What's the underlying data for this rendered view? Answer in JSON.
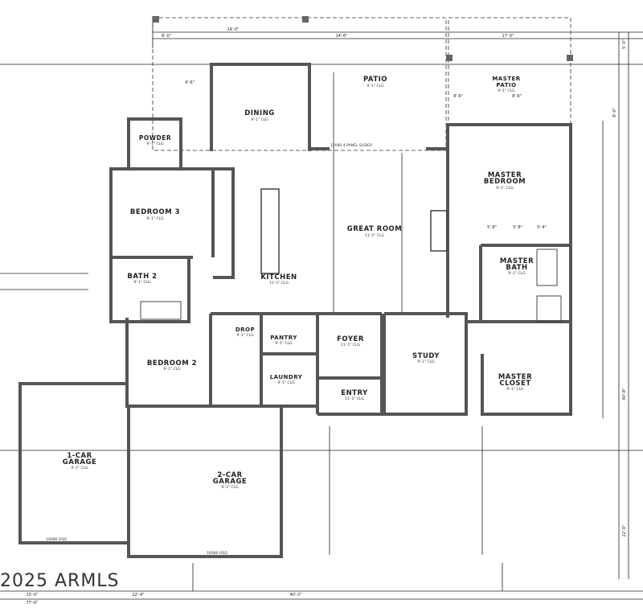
{
  "rooms": [
    {
      "name": "DINING",
      "ceiling": "9'-1\" CLG"
    },
    {
      "name": "PATIO",
      "ceiling": "9'-1\" CLG"
    },
    {
      "name": "MASTER",
      "name2": "PATIO",
      "ceiling": "9'-1\" CLG"
    },
    {
      "name": "POWDER",
      "ceiling": "9'-1\" CLG"
    },
    {
      "name": "BEDROOM 3",
      "ceiling": "9'-1\" CLG"
    },
    {
      "name": "GREAT ROOM",
      "ceiling": "11'-1\" CLG"
    },
    {
      "name": "MASTER",
      "name2": "BEDROOM",
      "ceiling": "9'-1\" CLG"
    },
    {
      "name": "BATH 2",
      "ceiling": "9'-1\" CLG"
    },
    {
      "name": "KITCHEN",
      "ceiling": "11'-1\" CLG"
    },
    {
      "name": "MASTER",
      "name2": "BATH",
      "ceiling": "9'-1\" CLG"
    },
    {
      "name": "DROP",
      "ceiling": "9'-1\" CLG"
    },
    {
      "name": "PANTRY",
      "ceiling": "9'-1\" CLG"
    },
    {
      "name": "FOYER",
      "ceiling": "11'-1\" CLG"
    },
    {
      "name": "STUDY",
      "ceiling": "9'-1\" CLG"
    },
    {
      "name": "BEDROOM 2",
      "ceiling": "9'-1\" CLG"
    },
    {
      "name": "LAUNDRY",
      "ceiling": "9'-1\" CLG"
    },
    {
      "name": "MASTER",
      "name2": "CLOSET",
      "ceiling": "9'-1\" CLG"
    },
    {
      "name": "ENTRY",
      "ceiling": "11'-1\" CLG"
    },
    {
      "name": "1-CAR",
      "name2": "GARAGE",
      "ceiling": "9'-1\" CLG"
    },
    {
      "name": "2-CAR",
      "name2": "GARAGE",
      "ceiling": "9'-1\" CLG"
    }
  ],
  "dimensions": {
    "top": [
      "8'-0\"",
      "14'-0\"",
      "14'-6\"",
      "17'-0\"",
      "5'-8\"",
      "5'-8\"",
      "5'-4\"",
      "8'-6\"",
      "8'-6\"",
      "4'-6\""
    ],
    "bottom": [
      "15'-0\"",
      "22'-4\"",
      "40'-2\"",
      "77'-6\""
    ],
    "right": [
      "22'-0\"",
      "40'-8\"",
      "5'-0\"",
      "8'-0\""
    ]
  },
  "notes": {
    "slider": "12080 4-PANEL SLIDER",
    "garage_door_1": "10080 OSD",
    "garage_door_2": "16080 OSD"
  },
  "watermark": "2025 ARMLS",
  "colors": {
    "wall": "#555555",
    "line": "#222222"
  }
}
